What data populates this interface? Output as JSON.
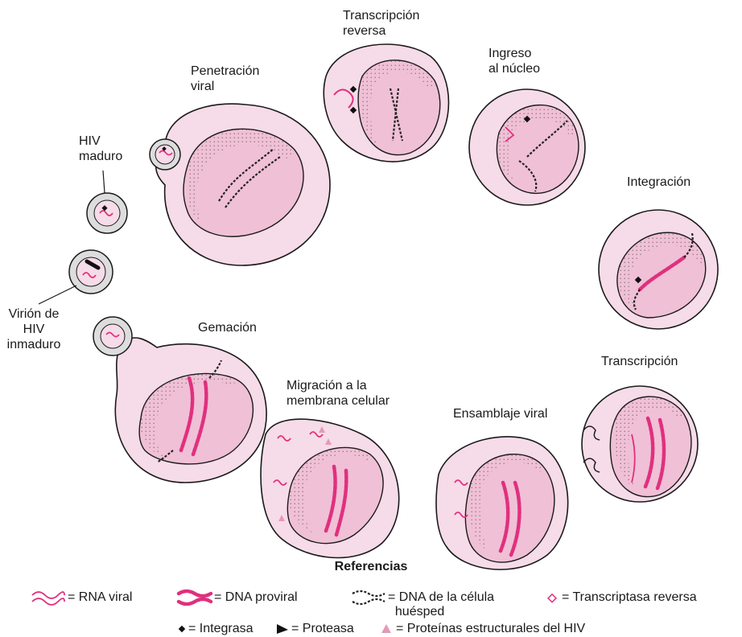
{
  "stages": {
    "reverse_transcription": "Transcripción\nreversa",
    "nuclear_entry": "Ingreso\nal núcleo",
    "viral_penetration": "Penetración\nviral",
    "mature_hiv": "HIV\nmaduro",
    "integration": "Integración",
    "immature_virion": "Virión de\nHIV\ninmaduro",
    "budding": "Gemación",
    "transcription": "Transcripción",
    "membrane_migration": "Migración a la\nmembrana celular",
    "viral_assembly": "Ensamblaje viral"
  },
  "legend": {
    "title": "Referencias",
    "items": [
      {
        "symbol": "rna-wave-icon",
        "text": "= RNA viral"
      },
      {
        "symbol": "proviral-dna-icon",
        "text": "= DNA proviral"
      },
      {
        "symbol": "host-dna-icon",
        "text": "= DNA de la célula\n  huésped"
      },
      {
        "symbol": "open-diamond-icon",
        "text": "= Transcriptasa reversa"
      },
      {
        "symbol": "black-diamond-icon",
        "text": "= Integrasa"
      },
      {
        "symbol": "protease-wedge-icon",
        "text": "= Proteasa"
      },
      {
        "symbol": "pink-triangle-icon",
        "text": "= Proteínas estructurales del HIV"
      }
    ]
  },
  "colors": {
    "cytoplasm": "#f6dbe8",
    "nucleus": "#f0c0d6",
    "accent_pink": "#e0307e",
    "outline": "#1a1a1a"
  }
}
